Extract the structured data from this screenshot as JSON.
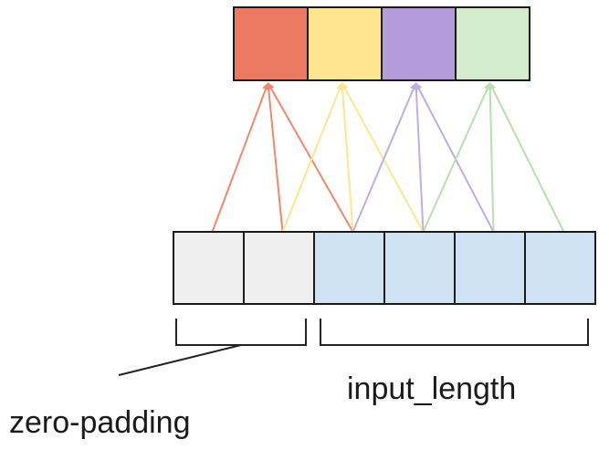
{
  "labels": {
    "zero_padding": "zero-padding",
    "input_length": "input_length"
  },
  "colors": {
    "output": [
      "#ec7961",
      "#fde68f",
      "#b49bd9",
      "#d4ebce"
    ],
    "arrows": [
      "#ee8870",
      "#fde68f",
      "#c0aee2",
      "#b9deb0"
    ],
    "padding_cell": "#efefef",
    "input_cell": "#cfe2f3",
    "border": "#1a1a1a"
  },
  "output_cells": [
    {
      "name": "output-cell-red"
    },
    {
      "name": "output-cell-yellow"
    },
    {
      "name": "output-cell-purple"
    },
    {
      "name": "output-cell-green"
    }
  ],
  "input_cells": [
    {
      "name": "padding-cell-1",
      "kind": "padding"
    },
    {
      "name": "padding-cell-2",
      "kind": "padding"
    },
    {
      "name": "input-cell-1",
      "kind": "input"
    },
    {
      "name": "input-cell-2",
      "kind": "input"
    },
    {
      "name": "input-cell-3",
      "kind": "input"
    },
    {
      "name": "input-cell-4",
      "kind": "input"
    }
  ],
  "connections": [
    {
      "output": 0,
      "inputs": [
        0,
        1,
        2
      ]
    },
    {
      "output": 1,
      "inputs": [
        1,
        2,
        3
      ]
    },
    {
      "output": 2,
      "inputs": [
        2,
        3,
        4
      ]
    },
    {
      "output": 3,
      "inputs": [
        3,
        4,
        5
      ]
    }
  ]
}
